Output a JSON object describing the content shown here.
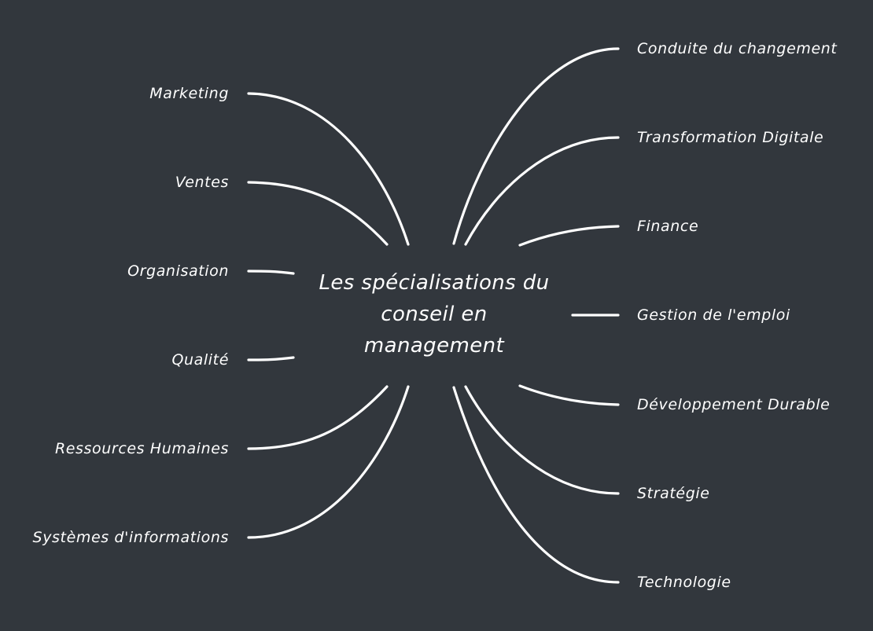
{
  "center": {
    "lines": [
      "Les spécialisations du",
      "conseil en",
      "management"
    ]
  },
  "branches_left": [
    {
      "label": "Marketing"
    },
    {
      "label": "Ventes"
    },
    {
      "label": "Organisation"
    },
    {
      "label": "Qualité"
    },
    {
      "label": "Ressources Humaines"
    },
    {
      "label": "Systèmes d'informations"
    }
  ],
  "branches_right": [
    {
      "label": "Conduite du changement"
    },
    {
      "label": "Transformation Digitale"
    },
    {
      "label": "Finance"
    },
    {
      "label": "Gestion de l'emploi"
    },
    {
      "label": "Développement Durable"
    },
    {
      "label": "Stratégie"
    },
    {
      "label": "Technologie"
    }
  ],
  "colors": {
    "background": "#32373d",
    "line": "#ffffff",
    "text": "#ffffff"
  }
}
